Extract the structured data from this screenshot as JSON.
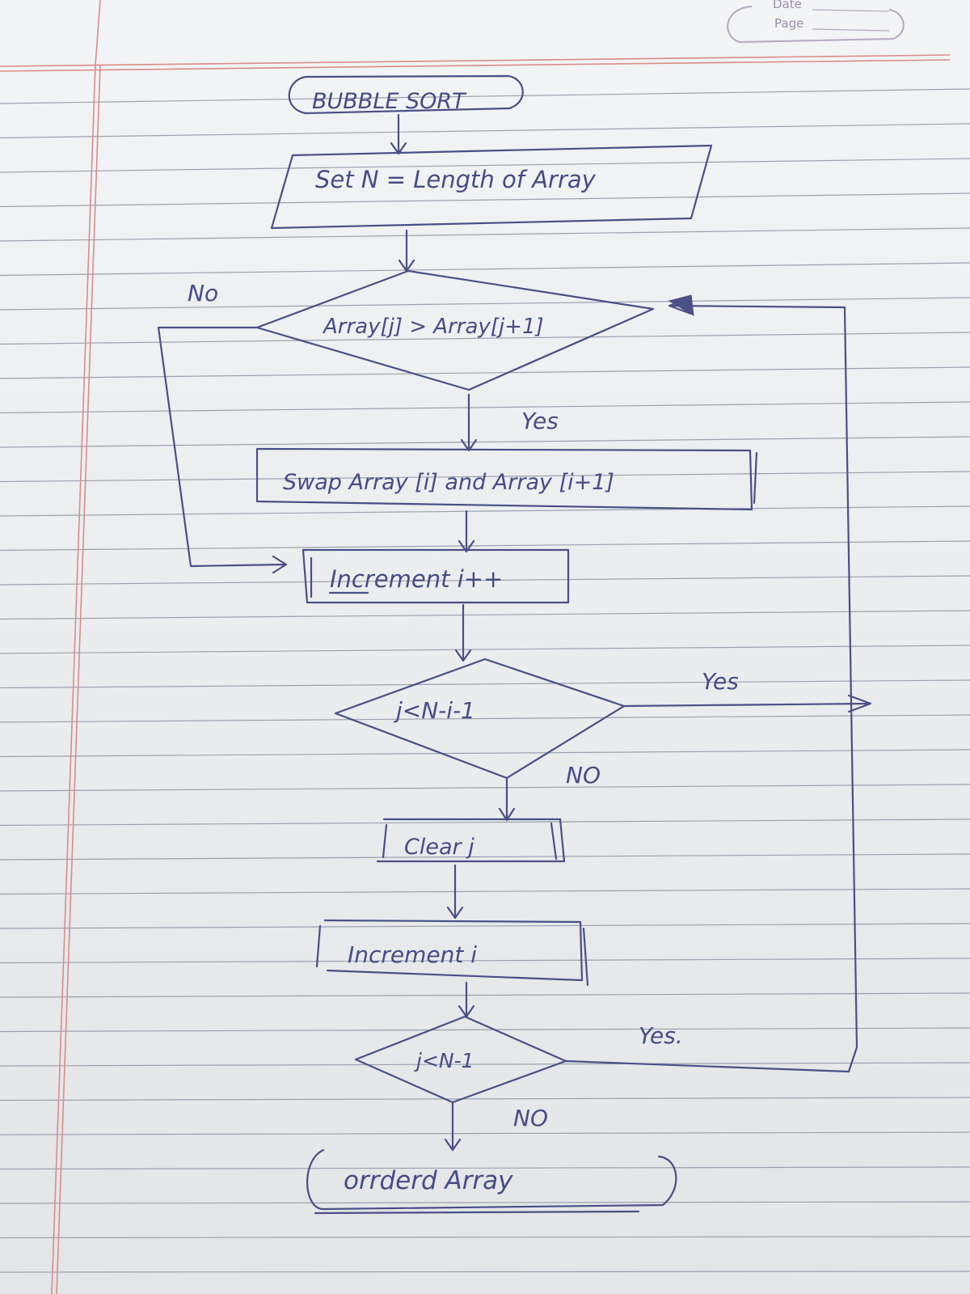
{
  "paper_header": {
    "date_label": "Date",
    "page_label": "Page"
  },
  "flowchart": {
    "start": "BUBBLE SORT",
    "set_n": "Set N = Length of Array",
    "compare": "Array[j] > Array[j+1]",
    "compare_no": "No",
    "compare_yes": "Yes",
    "swap": "Swap Array [i] and Array [i+1]",
    "increment_j": "Increment i++",
    "inner_check": "j<N-i-1",
    "inner_yes": "Yes",
    "inner_no": "NO",
    "clear_j": "Clear j",
    "increment_i": "Increment i",
    "outer_check": "j<N-1",
    "outer_yes": "Yes.",
    "outer_no": "NO",
    "end": "orrderd Array"
  },
  "colors": {
    "ink": "#4a4f86",
    "paper": "#eceef0",
    "rule": "#9aa1ad",
    "margin": "#d98c8c"
  }
}
